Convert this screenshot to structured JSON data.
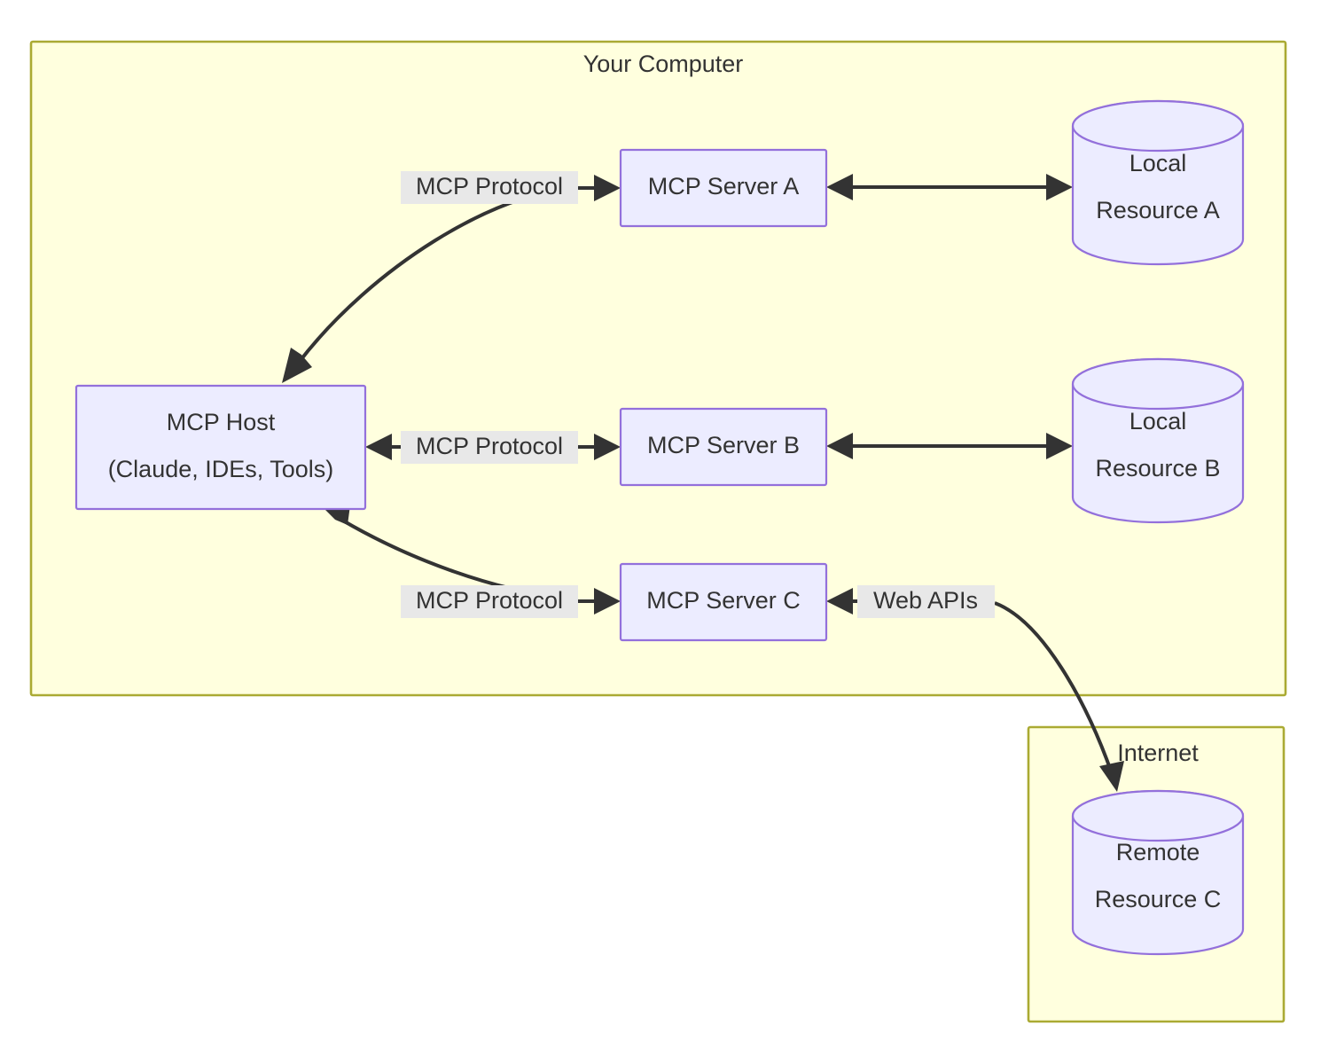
{
  "diagram": {
    "title_visible": false,
    "type": "mcp-architecture-flowchart",
    "colors": {
      "subgraph_fill": "#ffffde",
      "subgraph_stroke": "#aaaa33",
      "node_fill": "#ececff",
      "node_stroke": "#9370db",
      "edge_stroke": "#333333",
      "edge_label_bg": "#e8e8e8",
      "text": "#333333",
      "page_background": "#ffffff"
    },
    "clusters": [
      {
        "id": "your-computer",
        "label": "Your Computer"
      },
      {
        "id": "internet",
        "label": "Internet"
      }
    ],
    "nodes": [
      {
        "id": "mcp-host",
        "shape": "rect",
        "line1": "MCP Host",
        "line2": "(Claude, IDEs, Tools)"
      },
      {
        "id": "mcp-server-a",
        "shape": "rect",
        "line1": "MCP Server A",
        "line2": ""
      },
      {
        "id": "mcp-server-b",
        "shape": "rect",
        "line1": "MCP Server B",
        "line2": ""
      },
      {
        "id": "mcp-server-c",
        "shape": "rect",
        "line1": "MCP Server C",
        "line2": ""
      },
      {
        "id": "local-resource-a",
        "shape": "cylinder",
        "line1": "Local",
        "line2": "Resource A"
      },
      {
        "id": "local-resource-b",
        "shape": "cylinder",
        "line1": "Local",
        "line2": "Resource B"
      },
      {
        "id": "remote-resource-c",
        "shape": "cylinder",
        "line1": "Remote",
        "line2": "Resource C"
      }
    ],
    "edges": [
      {
        "id": "host-to-server-a",
        "from": "mcp-host",
        "to": "mcp-server-a",
        "label": "MCP Protocol",
        "direction": "forward-curved"
      },
      {
        "id": "host-to-server-b",
        "from": "mcp-host",
        "to": "mcp-server-b",
        "label": "MCP Protocol",
        "direction": "bidirectional"
      },
      {
        "id": "host-to-server-c",
        "from": "mcp-host",
        "to": "mcp-server-c",
        "label": "MCP Protocol",
        "direction": "forward-curved"
      },
      {
        "id": "server-a-to-local-a",
        "from": "mcp-server-a",
        "to": "local-resource-a",
        "label": "",
        "direction": "bidirectional"
      },
      {
        "id": "server-b-to-local-b",
        "from": "mcp-server-b",
        "to": "local-resource-b",
        "label": "",
        "direction": "bidirectional"
      },
      {
        "id": "server-c-to-remote-c",
        "from": "mcp-server-c",
        "to": "remote-resource-c",
        "label": "Web APIs",
        "direction": "forward-curved"
      }
    ]
  }
}
